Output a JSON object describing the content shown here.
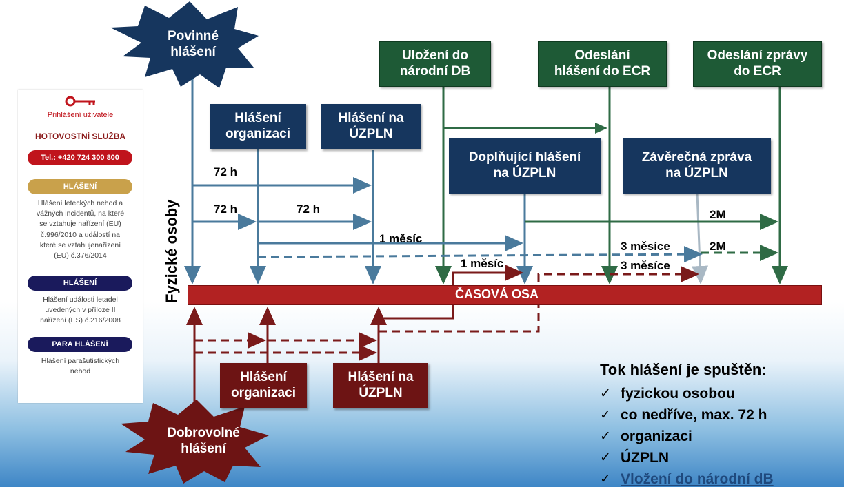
{
  "sidebar": {
    "login_text": "Přihlášení uživatele",
    "service_title": "HOTOVOSTNÍ SLUŽBA",
    "phone": "Tel.: +420 724 300 800",
    "sections": [
      {
        "button": "HLÁŠENÍ",
        "color": "#c9a14b",
        "text": "Hlášení leteckých nehod a\nvážných incidentů, na které\nse vztahuje nařízení (EU)\nč.996/2010 a událostí na\nkteré se vztahujenařízení\n(EU) č.376/2014"
      },
      {
        "button": "HLÁŠENÍ",
        "color": "#1a1a5c",
        "text": "Hlášení události letadel\nuvedených v příloze II\nnařízení (ES) č.216/2008"
      },
      {
        "button": "PARA HLÁŠENÍ",
        "color": "#1a1a5c",
        "text": "Hlášení parašutistických\nnehod"
      }
    ]
  },
  "diagram": {
    "mandatory_star": "Povinné\nhlášení",
    "voluntary_star": "Dobrovolné\nhlášení",
    "vertical_label": "Fyzické osoby",
    "timeline_label": "ČASOVÁ OSA",
    "green_boxes": [
      "Uložení do\nnárodní DB",
      "Odeslání\nhlášení do ECR",
      "Odeslání zprávy\ndo ECR"
    ],
    "blue_boxes": [
      "Hlášení\norganizaci",
      "Hlášení na\nÚZPLN",
      "Doplňující hlášení\nna ÚZPLN",
      "Závěrečná zpráva\nna ÚZPLN"
    ],
    "red_boxes": [
      "Hlášení\norganizaci",
      "Hlášení na\nÚZPLN"
    ],
    "arrow_labels": [
      "72 h",
      "72 h",
      "72 h",
      "1 měsíc",
      "1 měsíc",
      "3 měsíce",
      "3 měsíce",
      "2M",
      "2M"
    ],
    "colors": {
      "blue": "#16365e",
      "green": "#1e5a36",
      "red": "#6d1414",
      "timeline": "#b22222",
      "blue_arrow": "#4a7a9c",
      "green_arrow": "#2f6b45",
      "red_arrow": "#7a1a1a"
    }
  },
  "summary": {
    "title": "Tok hlášení je spuštěn:",
    "items": [
      "fyzickou osobou",
      "co nedříve, max. 72 h",
      "organizaci",
      "ÚZPLN",
      "Vložení do národní dB"
    ],
    "check_glyph": "✓"
  }
}
